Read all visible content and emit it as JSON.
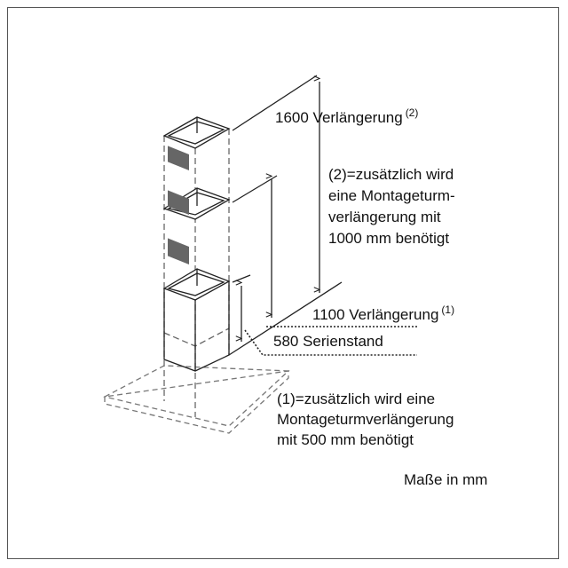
{
  "labels": {
    "ext_1600": {
      "text": "1600 Verlängerung",
      "note": "(2)"
    },
    "note_2": [
      "(2)=zusätzlich wird",
      "eine Montageturm-",
      "verlängerung mit",
      "1000 mm benötigt"
    ],
    "ext_1100": {
      "text": "1100 Verlängerung",
      "note": "(1)"
    },
    "standard_580": "580 Serienstand",
    "note_1": [
      "(1)=zusätzlich wird eine",
      "Montageturmverlängerung",
      "mit 500 mm benötigt"
    ],
    "units": "Maße in mm"
  }
}
